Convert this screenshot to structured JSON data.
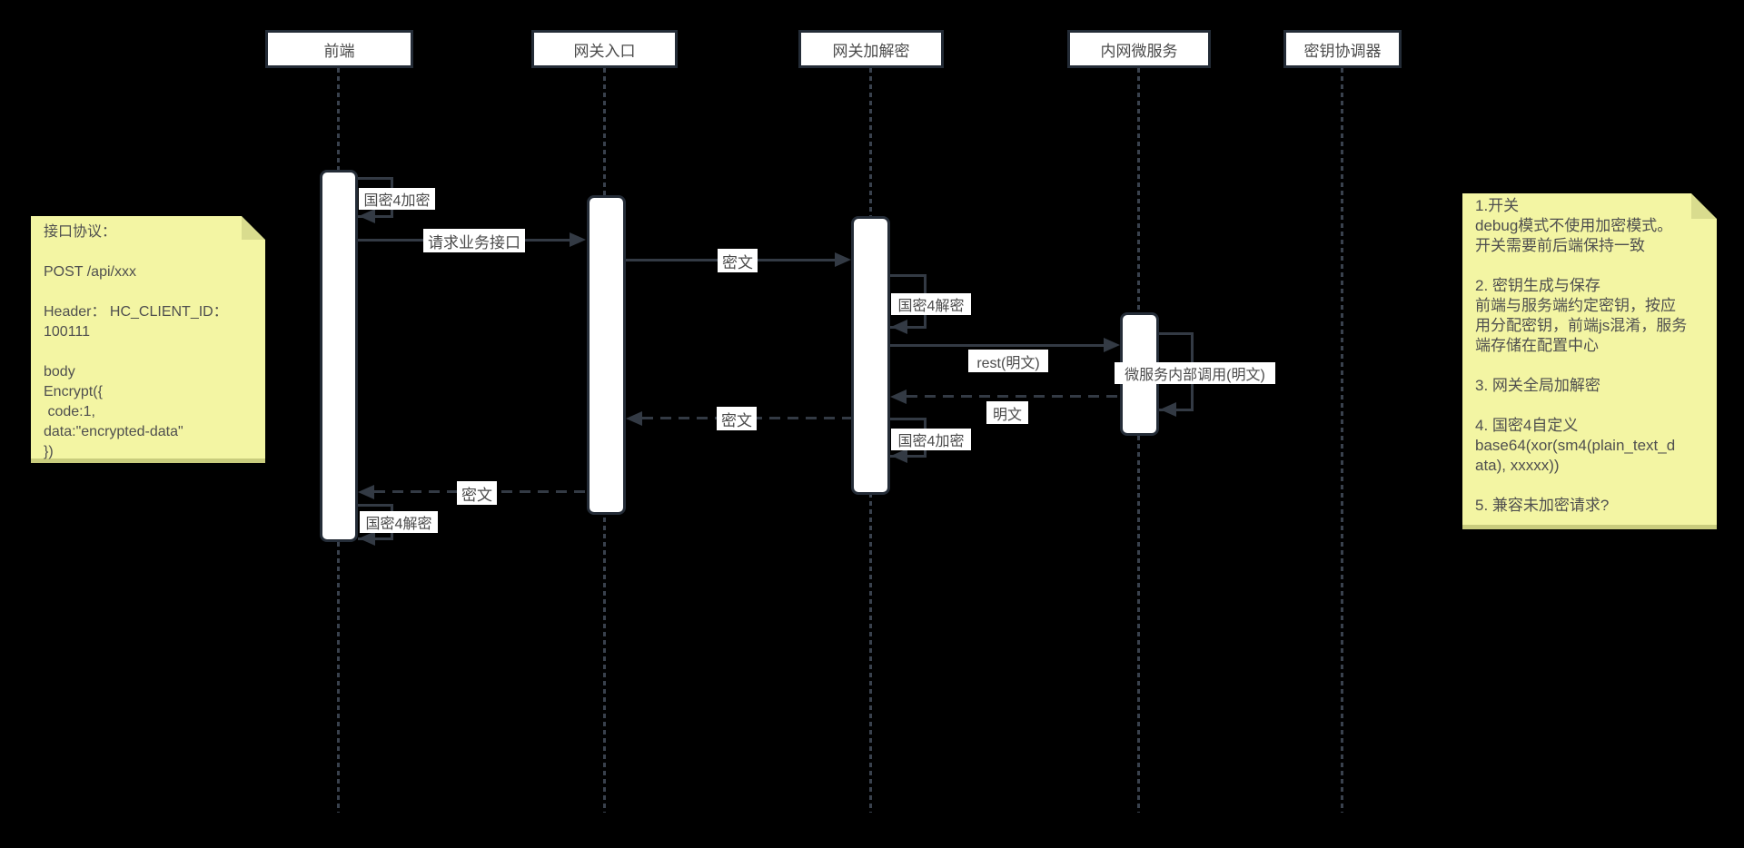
{
  "actors": [
    {
      "label": "前端"
    },
    {
      "label": "网关入口"
    },
    {
      "label": "网关加解密"
    },
    {
      "label": "内网微服务"
    },
    {
      "label": "密钥协调器"
    }
  ],
  "messages": {
    "front_sm4_encrypt": "国密4加密",
    "request_api": "请求业务接口",
    "ciphertext_to_crypto": "密文",
    "gw_sm4_decrypt": "国密4解密",
    "rest_plaintext": "rest(明文)",
    "ms_internal_call": "微服务内部调用(明文)",
    "plaintext_return": "明文",
    "gw_sm4_encrypt": "国密4加密",
    "ciphertext_to_entry": "密文",
    "ciphertext_to_front": "密文",
    "front_sm4_decrypt": "国密4解密"
  },
  "notes": {
    "left": {
      "lines": [
        "接口协议：",
        "",
        "POST /api/xxx",
        "",
        "Header： HC_CLIENT_ID：",
        "100111",
        "",
        "body",
        "Encrypt({",
        " code:1,",
        "data:\"encrypted-data\"",
        "})"
      ]
    },
    "right": {
      "lines": [
        "1.开关",
        "debug模式不使用加密模式。",
        "开关需要前后端保持一致",
        "",
        "2. 密钥生成与保存",
        "前端与服务端约定密钥，按应",
        "用分配密钥，前端js混淆，服务",
        "端存储在配置中心",
        "",
        "3. 网关全局加解密",
        "",
        "4. 国密4自定义",
        "base64(xor(sm4(plain_text_d",
        "ata), xxxxx))",
        "",
        "5. 兼容未加密请求?"
      ]
    }
  },
  "colors": {
    "background": "#000000",
    "box_fill": "#ffffff",
    "box_border": "#242c37",
    "line": "#333a44",
    "lifeline": "#39414d",
    "text": "#4b4b4b",
    "note_fill": "#f3f5a3",
    "note_fold": "#d9dc8e",
    "note_edge": "#c9cc7d"
  }
}
